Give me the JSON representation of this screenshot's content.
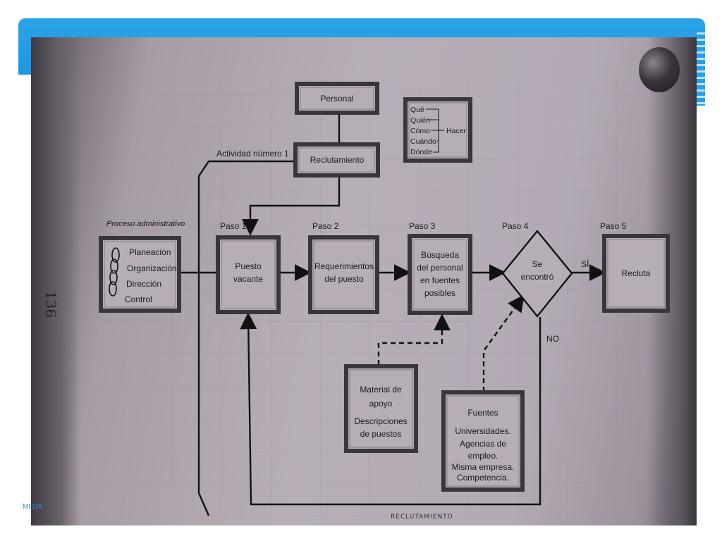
{
  "diagram": {
    "personal": "Personal",
    "reclutamiento": "Reclutamiento",
    "actividad": "Actividad número 1",
    "proceso_title": "Proceso administrativo",
    "proceso_items": [
      "Planeación",
      "Organización",
      "Dirección",
      "Control"
    ],
    "questions": [
      "Qué",
      "Quién",
      "Cómo",
      "Cuándo",
      "Dónde"
    ],
    "hacer": "Hacer",
    "steps": [
      {
        "label": "Paso 1",
        "lines": [
          "Puesto",
          "vacante"
        ]
      },
      {
        "label": "Paso 2",
        "lines": [
          "Requerimientos",
          "del puesto"
        ]
      },
      {
        "label": "Paso 3",
        "lines": [
          "Búsqueda",
          "del personal",
          "en fuentes",
          "posibles"
        ]
      },
      {
        "label": "Paso 4",
        "lines": [
          "Se",
          "encontró"
        ]
      },
      {
        "label": "Paso 5",
        "lines": [
          "Recluta"
        ]
      }
    ],
    "yes_label": "SÍ",
    "no_label": "NO",
    "material_lines": [
      "Material de",
      "apoyo",
      "Descripciones",
      "de puestos"
    ],
    "fuentes_title": "Fuentes",
    "fuentes_lines": [
      "Universidades.",
      "Agencias de",
      "empleo.",
      "Misma empresa.",
      "Competencia."
    ],
    "page_number": "136",
    "bottom_text": "RECLUTAMIENTO"
  },
  "footer": "MLDA"
}
